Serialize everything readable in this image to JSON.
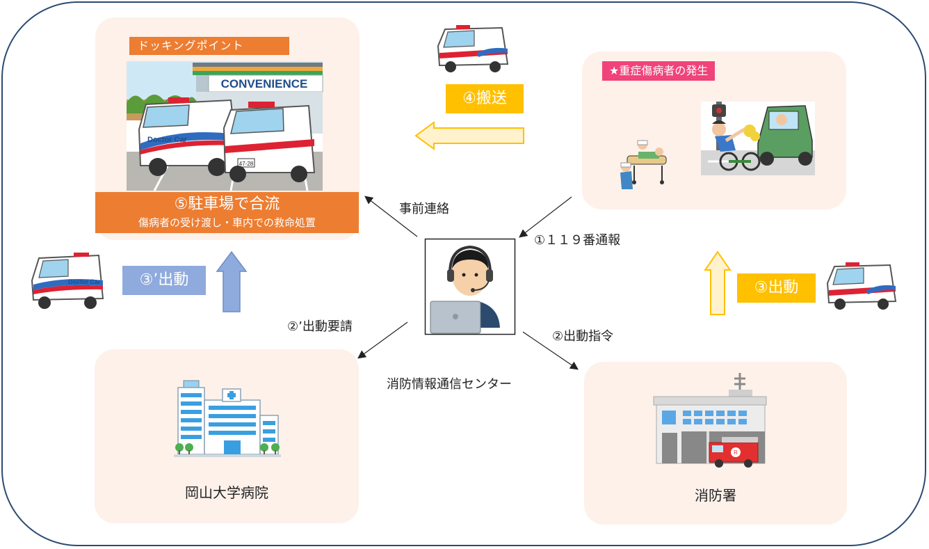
{
  "docking": {
    "tag": "ドッキングポイント",
    "store_sign": "CONVENIENCE",
    "car_text": "Doctor Car",
    "plate": "47-28",
    "merge_title": "⑤駐車場で合流",
    "merge_sub": "傷病者の受け渡し・車内での救命処置"
  },
  "severe": {
    "tag": "★重症傷病者の発生"
  },
  "labels": {
    "transport": "④搬送",
    "dispatch": "③出動",
    "dispatch_prime": "③’出動"
  },
  "edges": {
    "prior_contact": "事前連絡",
    "call_119": "①１１９番通報",
    "request": "②’出動要請",
    "command": "②出動指令"
  },
  "center": {
    "name": "消防情報通信センター"
  },
  "hospital": {
    "name": "岡山大学病院"
  },
  "fire_station": {
    "name": "消防署",
    "badge": "R"
  },
  "colors": {
    "orange": "#ed7d31",
    "yellow": "#ffc000",
    "blue": "#8faadc",
    "pink": "#f0437a",
    "frame": "#2c4a72",
    "panel": "#fdf1ea"
  }
}
